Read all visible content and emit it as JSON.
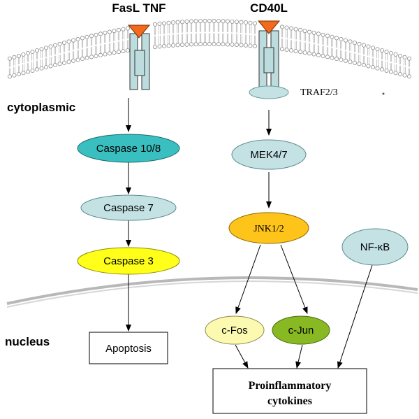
{
  "ligands": {
    "fasl_tnf": "FasL TNF",
    "cd40l": "CD40L"
  },
  "compartments": {
    "cytoplasmic": "cytoplasmic",
    "nucleus": "nucleus"
  },
  "nodes": {
    "traf": "TRAF2/3",
    "caspase_10_8": "Caspase 10/8",
    "caspase_7": "Caspase 7",
    "caspase_3": "Caspase 3",
    "mek": "MEK4/7",
    "jnk": "JNK1/2",
    "nfkb": "NF-κB",
    "cfos": "c-Fos",
    "cjun": "c-Jun",
    "apoptosis": "Apoptosis",
    "proinflammatory_line1": "Proinflammatory",
    "proinflammatory_line2": "cytokines"
  },
  "colors": {
    "receptor_fill": "#bcdcdd",
    "ligand": "#f36a1e",
    "caspase_10_8": "#39bfbf",
    "light_teal": "#c4e2e4",
    "caspase_3": "#ffff1a",
    "jnk": "#ffc41a",
    "cfos": "#fcfab0",
    "cjun": "#88b822",
    "membrane": "#8c8c8c"
  }
}
